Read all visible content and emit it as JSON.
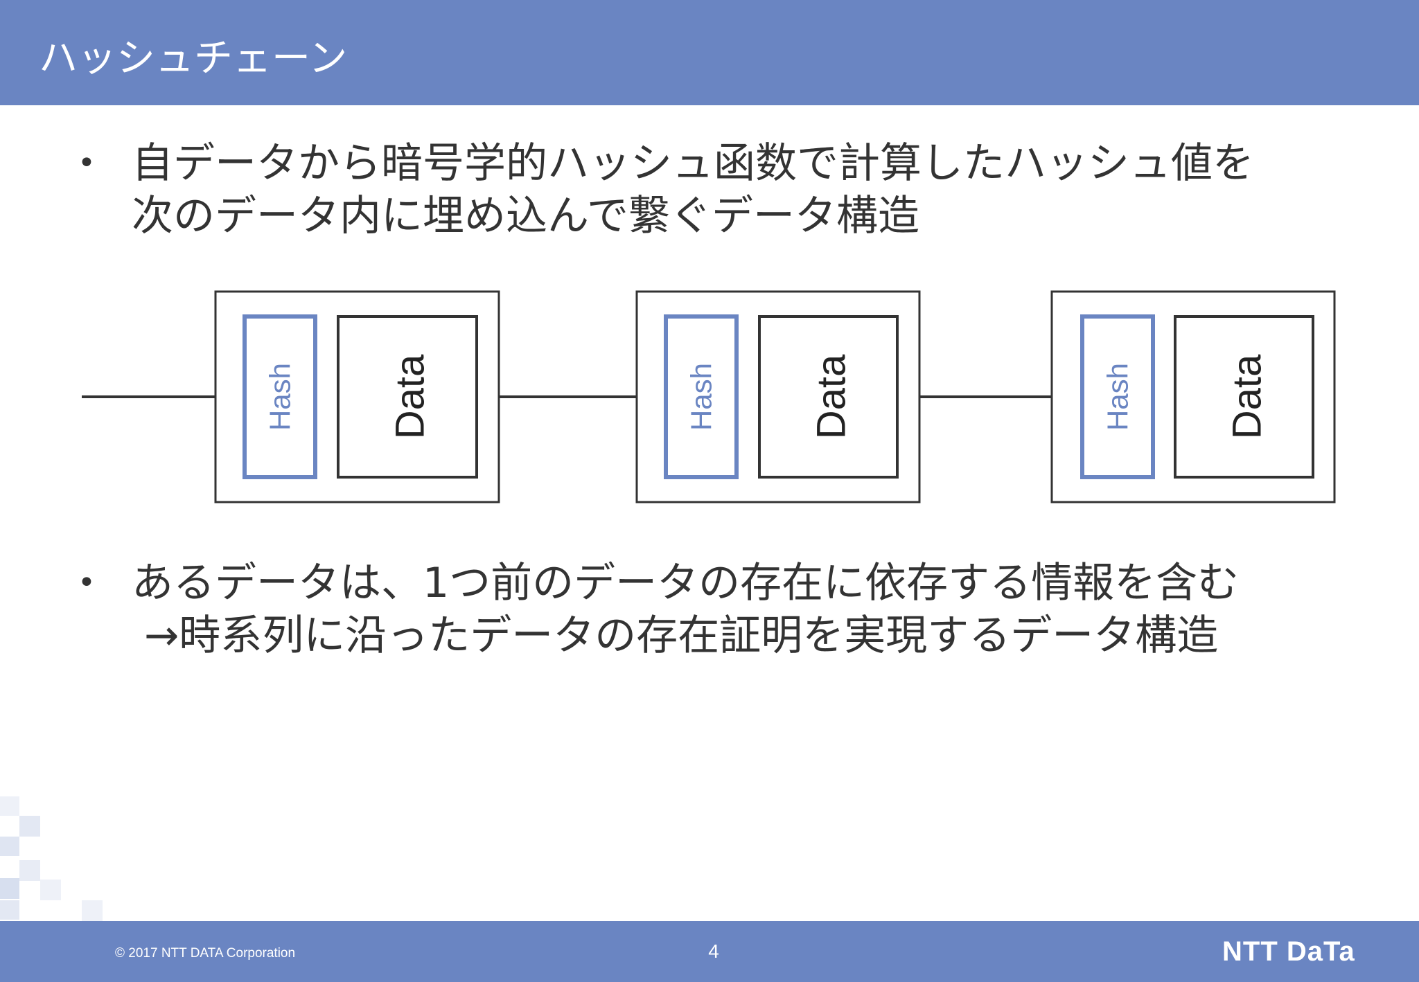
{
  "slide": {
    "title": "ハッシュチェーン",
    "bullets": [
      {
        "lines": [
          "自データから暗号学的ハッシュ函数で計算したハッシュ値を",
          "次のデータ内に埋め込んで繋ぐデータ構造"
        ]
      },
      {
        "lines": [
          "あるデータは、1つ前のデータの存在に依存する情報を含む",
          "→時系列に沿ったデータの存在証明を実現するデータ構造"
        ]
      }
    ],
    "bullet_symbol": "•"
  },
  "diagram": {
    "blocks": [
      {
        "hash_label": "Hash",
        "data_label": "Data"
      },
      {
        "hash_label": "Hash",
        "data_label": "Data"
      },
      {
        "hash_label": "Hash",
        "data_label": "Data"
      }
    ],
    "colors": {
      "hash_border": "#6a85c2",
      "block_border": "#333333"
    }
  },
  "footer": {
    "copyright": "© 2017 NTT DATA Corporation",
    "page_number": "4",
    "logo_text": "NTT DaTa"
  },
  "theme": {
    "accent": "#6a85c2",
    "text": "#333333"
  }
}
